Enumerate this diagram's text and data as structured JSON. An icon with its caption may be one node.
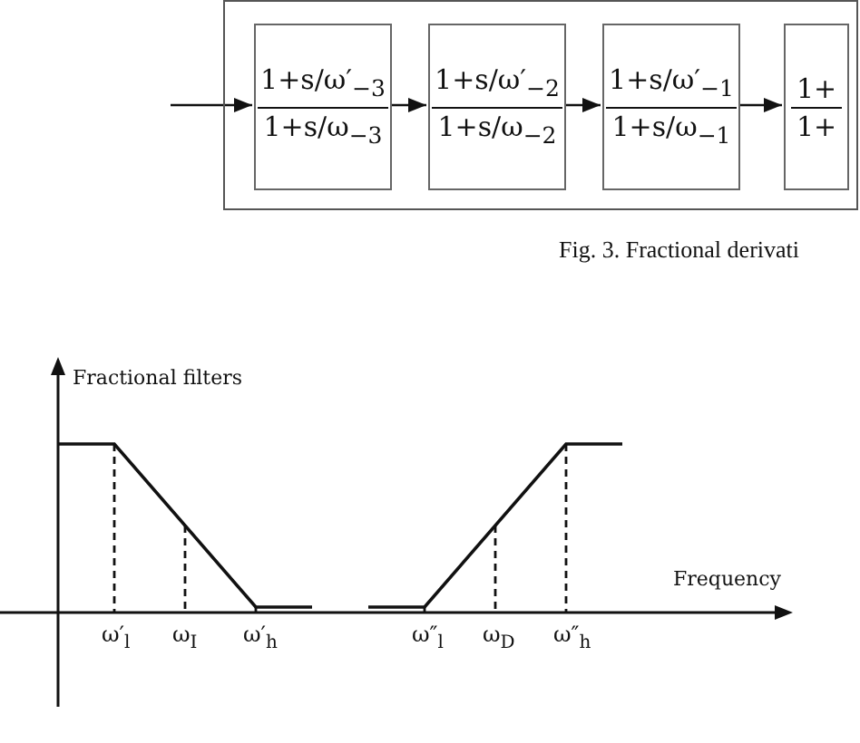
{
  "diagram": {
    "caption": "Fig. 3. Fractional derivati",
    "nodes": [
      {
        "text": [],
        "shape": "box"
      },
      {
        "text": [
          "1+s/ω′$_{−3}$",
          "1+s/ω$_{−3}$"
        ],
        "in": 0
      },
      {
        "text": [
          "1+s/ω′$_{−2}$",
          "1+s/ω$_{−2}$"
        ],
        "in": 0
      },
      {
        "text": [
          "1+s/ω′$_{−1}$",
          "1+s/ω$_{−1}$"
        ],
        "in": 0
      },
      {
        "text": [
          "1+",
          "1+"
        ],
        "in": 0
      }
    ],
    "edges": [
      {
        "from": null,
        "to": 1,
        "arrow": "to"
      },
      {
        "from": 1,
        "to": 2,
        "arrow": "to"
      },
      {
        "from": 2,
        "to": 3,
        "arrow": "to"
      },
      {
        "from": 3,
        "to": 4,
        "arrow": "to"
      }
    ],
    "labels": [
      "Fractional filters",
      "Frequency",
      "ω′$_{l}$",
      "ω$_{I}$",
      "ω′$_{h}$",
      "ω″$_{l}$",
      "ω$_{D}$",
      "ω″$_{h}$"
    ]
  }
}
